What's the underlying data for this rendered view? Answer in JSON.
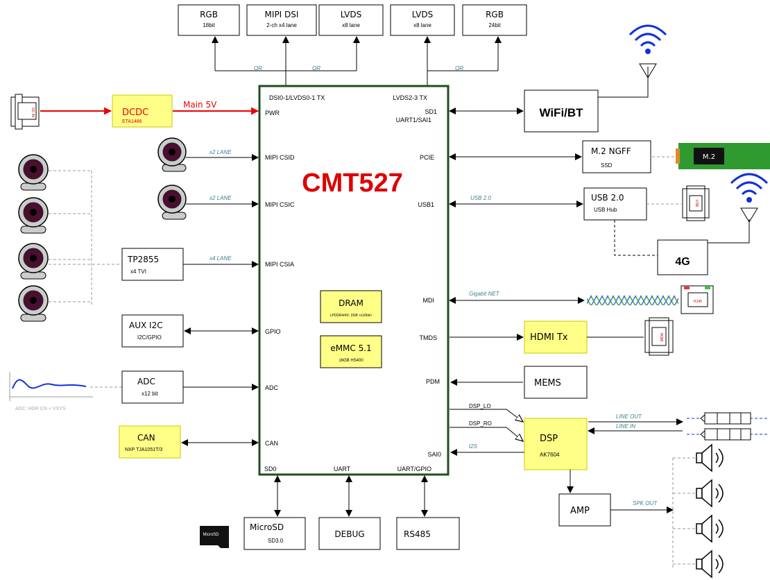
{
  "soc": {
    "title": "CMT527",
    "title_color": "#dd0000",
    "border_color": "#1f4d1f",
    "pins": {
      "top_left": "DSI0-1/LVDS0-1 TX",
      "top_right": "LVDS2-3 TX",
      "pwr": "PWR",
      "sd1": "SD1",
      "uart_sai": "UART1/SAI1",
      "mipi_csid": "MIPI CSID",
      "pcie": "PCIE",
      "mipi_csic": "MIPI CSIC",
      "usb1": "USB1",
      "mipi_csia": "MIPI CSIA",
      "mdi": "MDI",
      "gpio": "GPIO",
      "tmds": "TMDS",
      "adc": "ADC",
      "pdm": "PDM",
      "dsp_lo": "DSP_LO",
      "dsp_ro": "DSP_RO",
      "can": "CAN",
      "sai0": "SAI0",
      "sd0": "SD0",
      "uart": "UART",
      "uart_gpio": "UART/GPIO"
    },
    "dram": {
      "title": "DRAM",
      "sub": "LPDDR4/4X: 2GB <x16bit>"
    },
    "emmc": {
      "title": "eMMC 5.1",
      "sub": "16GB HS400"
    }
  },
  "display_outputs": [
    {
      "title": "RGB",
      "sub": "18bit"
    },
    {
      "title": "MIPI DSI",
      "sub": "2-ch x4 lane"
    },
    {
      "title": "LVDS",
      "sub": "x8 lane"
    },
    {
      "title": "LVDS",
      "sub": "x8 lane"
    },
    {
      "title": "RGB",
      "sub": "24bit"
    }
  ],
  "or_labels": [
    "OR",
    "OR",
    "OR"
  ],
  "left_blocks": {
    "dcdc": {
      "title": "DCDC",
      "sub": "ETA1486"
    },
    "main5v": "Main 5V",
    "tp2855": {
      "title": "TP2855",
      "sub": "x4 TVI"
    },
    "aux_i2c": {
      "title": "AUX I2C",
      "sub": "I2C/GPIO"
    },
    "adc": {
      "title": "ADC",
      "sub": "x12 bit"
    },
    "adc_caption": "ADC: HDR CN + VSYS",
    "can": {
      "title": "CAN",
      "sub": "NXP TJA1051T/3"
    },
    "dc_jack_label": "DC IN"
  },
  "net_labels": {
    "csid": "x2 LANE",
    "csic": "x2 LANE",
    "csia": "x4 LANE",
    "usb": "USB 2.0",
    "gbe": "Gigabit NET",
    "i2s": "I2S",
    "line_out": "LINE OUT",
    "line_in": "LINE IN",
    "spk_out": "SPK OUT"
  },
  "right_blocks": {
    "wifi": "WiFi/BT",
    "m2_ngff": {
      "title": "M.2 NGFF",
      "sub": "SSD"
    },
    "m2_card": "M.2",
    "usb_hub": {
      "title": "USB 2.0",
      "sub": "USB Hub"
    },
    "fourg": "4G",
    "hdmi": "HDMI Tx",
    "mems": "MEMS",
    "dsp": {
      "title": "DSP",
      "sub": "AK7604"
    },
    "amp": "AMP",
    "rj45_label": "RJ45",
    "usb_conn_label": "USB",
    "hdmi_conn_label": "HDMI"
  },
  "bottom_blocks": {
    "microsd": {
      "title": "MicroSD",
      "sub": "SD3.0"
    },
    "microsd_card": "MicroSD",
    "debug": "DEBUG",
    "rs485": "RS485"
  },
  "colors": {
    "highlight": "#ffff88",
    "power_arrow": "#ee0000",
    "wifi_blue": "#1030dd",
    "m2_green": "#2f9a2f",
    "eth_green": "#3aa63a",
    "eth_blue": "#4a6ad6"
  }
}
